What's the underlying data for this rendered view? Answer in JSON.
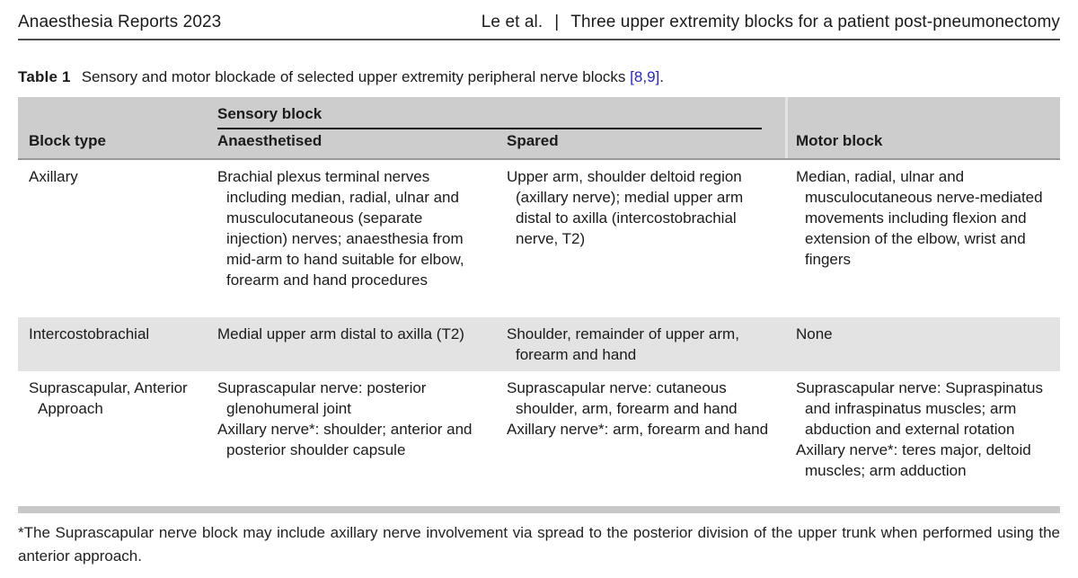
{
  "running_head": {
    "left": "Anaesthesia Reports 2023",
    "authors": "Le et al.",
    "separator": "|",
    "title": "Three upper extremity blocks for a patient post-pneumonectomy"
  },
  "caption": {
    "label": "Table 1",
    "text": "Sensory and motor blockade of selected upper extremity peripheral nerve blocks",
    "citation": "[8,9]",
    "period": "."
  },
  "table": {
    "span_header": "Sensory block",
    "columns": [
      "Block type",
      "Anaesthetised",
      "Spared",
      "Motor block"
    ],
    "rows": [
      {
        "block_type": "Axillary",
        "anaesthetised": [
          "Brachial plexus terminal nerves including median, radial, ulnar and musculocutaneous (separate injection) nerves; anaesthesia from mid-arm to hand suitable for elbow, forearm and hand procedures"
        ],
        "spared": [
          "Upper arm, shoulder deltoid region (axillary nerve); medial upper arm distal to axilla (intercostobrachial nerve, T2)"
        ],
        "motor": [
          "Median, radial, ulnar and musculocutaneous nerve-mediated movements including flexion and extension of the elbow, wrist and fingers"
        ]
      },
      {
        "block_type": "Intercostobrachial",
        "anaesthetised": [
          "Medial upper arm distal to axilla (T2)"
        ],
        "spared": [
          "Shoulder, remainder of upper arm, forearm and hand"
        ],
        "motor": [
          "None"
        ]
      },
      {
        "block_type": "Suprascapular, Anterior Approach",
        "anaesthetised": [
          "Suprascapular nerve: posterior glenohumeral joint",
          "Axillary nerve*: shoulder; anterior and posterior shoulder capsule"
        ],
        "spared": [
          "Suprascapular nerve: cutaneous shoulder, arm, forearm and hand",
          "Axillary nerve*: arm, forearm and hand"
        ],
        "motor": [
          "Suprascapular nerve: Supraspinatus and infraspinatus muscles; arm abduction and external rotation",
          "Axillary nerve*: teres major, deltoid muscles; arm adduction"
        ]
      }
    ]
  },
  "footnote": "*The Suprascapular nerve block may include axillary nerve involvement via spread to the posterior division of the upper trunk when performed using the anterior approach.",
  "colors": {
    "header_bg": "#cdcdcd",
    "alt_row_bg": "#e3e3e3",
    "bottom_rule": "#c8c8c8",
    "running_head_rule": "#4d4d4d",
    "sensory_rule": "#111111",
    "citation_blue": "#2525d6",
    "text": "#1b1b1b"
  }
}
